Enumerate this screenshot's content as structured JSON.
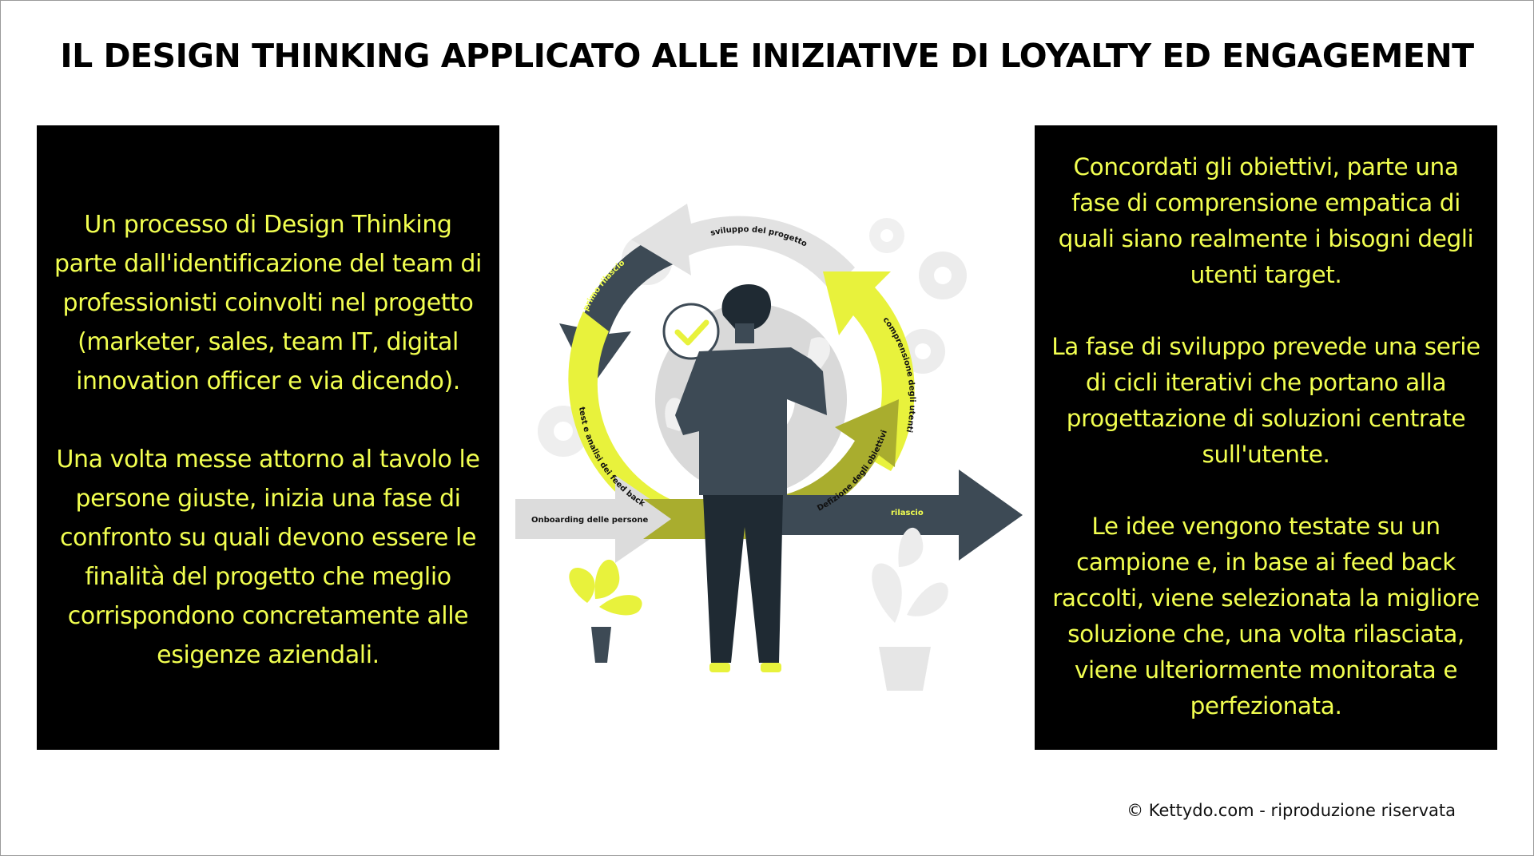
{
  "title": "IL DESIGN THINKING APPLICATO ALLE INIZIATIVE DI LOYALTY ED ENGAGEMENT",
  "left_panel": {
    "paragraph_1": "Un processo di Design Thinking parte dall'identificazione del team di professionisti coinvolti nel progetto (marketer, sales, team IT, digital innovation officer e via dicendo).",
    "paragraph_2": "Una volta messe attorno al tavolo le persone giuste, inizia una fase di confronto su quali devono essere le finalità del progetto che meglio corrispondono concretamente alle esigenze aziendali."
  },
  "right_panel": {
    "paragraph_1": "Concordati gli obiettivi, parte una fase di comprensione empatica di quali siano realmente i bisogni degli utenti target.",
    "paragraph_2": "La fase di sviluppo prevede una serie di cicli iterativi che portano alla progettazione di soluzioni centrate sull'utente.",
    "paragraph_3": "Le idee vengono testate su un campione e, in base ai feed back raccolti, viene selezionata la migliore soluzione che, una volta rilasciata, viene ulteriormente monitorata e perfezionata."
  },
  "diagram": {
    "labels": {
      "onboarding": "Onboarding delle persone",
      "primo_rilascio": "primo rilascio",
      "sviluppo": "sviluppo del progetto",
      "comprensione": "comprensione degli utenti",
      "definizione": "Defizione degli obiettivi",
      "test": "test e analisi dei feed back",
      "rilascio": "rilascio"
    },
    "icons": [
      "check-icon",
      "gear-icon",
      "plant-icon",
      "person-figure"
    ]
  },
  "colors": {
    "accent_yellow": "#f2ff50",
    "dark_slate": "#3d4a55",
    "olive": "#b4b830",
    "light_gray": "#e4e4e4"
  },
  "footer": {
    "copyright": "© Kettydo.com - riproduzione riservata"
  }
}
